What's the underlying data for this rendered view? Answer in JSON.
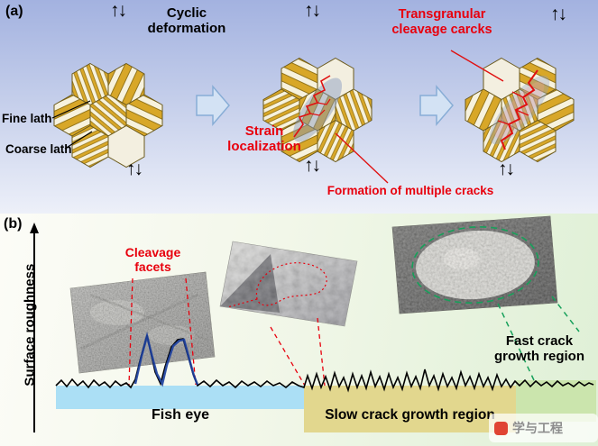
{
  "colors": {
    "annotation_red": "#e8000d",
    "lath_gold": "#d8a728",
    "fish_eye_band": "#abdff5",
    "slow_band": "#e2d78e",
    "fast_band": "#cbe5ad",
    "peak_highlight": "#1c3f9e",
    "annotation_green": "#17a05a"
  },
  "panel_a": {
    "label": "(a)",
    "cyclic_deformation": "Cyclic\ndeformation",
    "fine_lath": "Fine lath",
    "coarse_lath": "Coarse lath",
    "strain_localization": "Strain\nlocalization",
    "transgranular_cracks": "Transgranular\ncleavage carcks",
    "formation_of_cracks": "Formation of multiple cracks",
    "load_arrows": "↑↓"
  },
  "panel_b": {
    "label": "(b)",
    "y_axis_label": "Surface roughness",
    "cleavage_facets": "Cleavage\nfacets",
    "fish_eye_label": "Fish eye",
    "slow_region_label": "Slow crack growth region",
    "fast_region_label": "Fast crack\ngrowth region"
  },
  "watermark": {
    "text": "学与工程"
  }
}
